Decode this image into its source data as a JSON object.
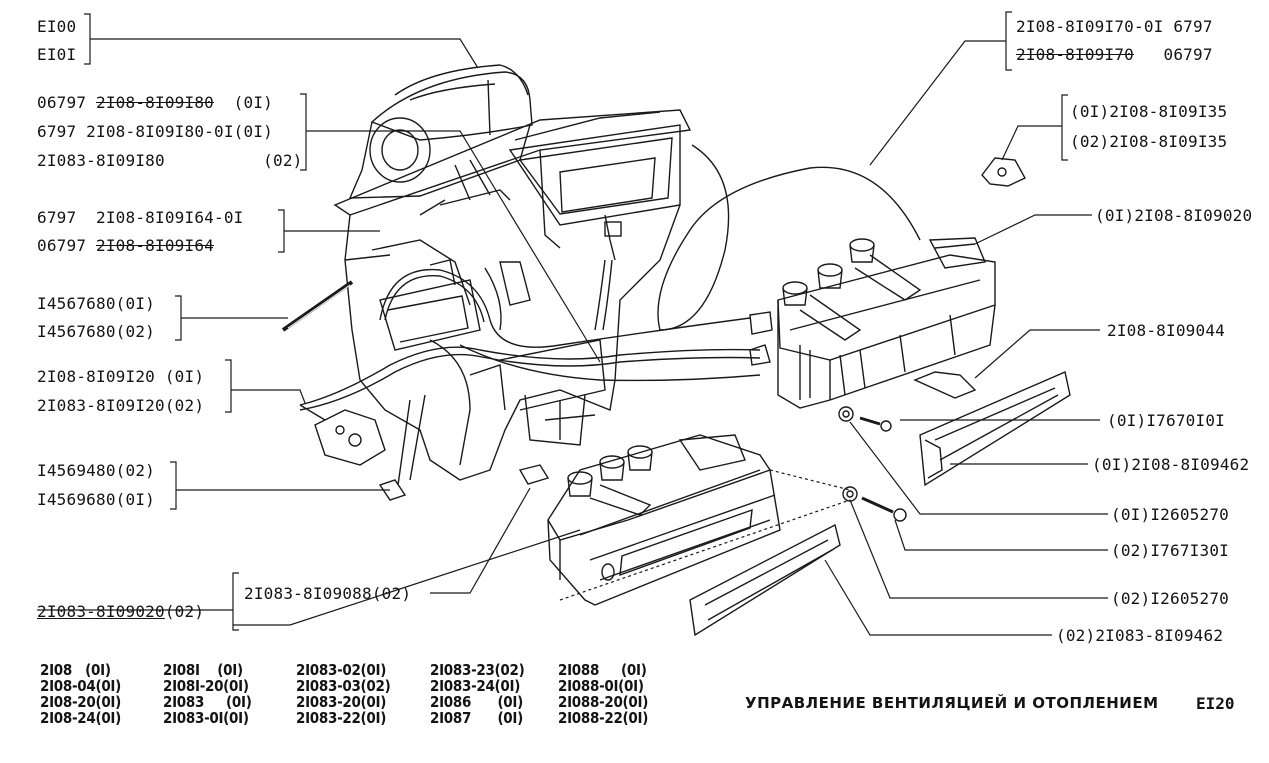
{
  "labels": {
    "ei00": "EI00",
    "ei01": "EI0I",
    "hose_a_1_prefix": "06797 ",
    "hose_a_1_part": "2I08-8I09I80",
    "hose_a_1_suffix": "  (0I)",
    "hose_a_2": "6797 2I08-8I09I80-0I(0I)",
    "hose_a_3": "2I083-8I09I80          (02)",
    "hose_b_1": "6797  2I08-8I09I64-0I",
    "hose_b_2_prefix": "06797 ",
    "hose_b_2_part": "2I08-8I09I64",
    "screw_1": "I4567680(0I)",
    "screw_2": "I4567680(02)",
    "cable_1": "2I08-8I09I20 (0I)",
    "cable_2": "2I083-8I09I20(02)",
    "clip_1": "I4569480(02)",
    "clip_2": "I4569680(0I)",
    "panel_02": "2I083-8I09020",
    "panel_02_suffix": "(02)",
    "lever_02": "2I083-8I09088(02)",
    "cable_top_1": "2I08-8I09I70-0I 6797",
    "cable_top_2_part": "2I08-8I09I70",
    "cable_top_2_suffix": "   06797",
    "knob_1": "(0I)2I08-8I09I35",
    "knob_2": "(02)2I08-8I09I35",
    "panel_01": "(0I)2I08-8I09020",
    "handle": "2I08-8I09044",
    "screw_r1": "(0I)I7670I0I",
    "scale_01": "(0I)2I08-8I09462",
    "washer_01": "(0I)I2605270",
    "screw_r2": "(02)I767I30I",
    "washer_02": "(02)I2605270",
    "scale_02": "(02)2I083-8I09462"
  },
  "models": [
    [
      "2I08   (0I)",
      "2I08-04(0I)",
      "2I08-20(0I)",
      "2I08-24(0I)"
    ],
    [
      "2I08I    (0I)",
      "2I08I-20(0I)",
      "2I083     (0I)",
      "2I083-0I(0I)"
    ],
    [
      "2I083-02(0I)",
      "2I083-03(02)",
      "2I083-20(0I)",
      "2I083-22(0I)"
    ],
    [
      "2I083-23(02)",
      "2I083-24(0I)",
      "2I086      (0I)",
      "2I087      (0I)"
    ],
    [
      "2I088     (0I)",
      "2I088-0I(0I)",
      "2I088-20(0I)",
      "2I088-22(0I)"
    ]
  ],
  "footer": {
    "title": "УПРАВЛЕНИЕ ВЕНТИЛЯЦИЕЙ И ОТОПЛЕНИЕМ",
    "code": "EI20"
  }
}
